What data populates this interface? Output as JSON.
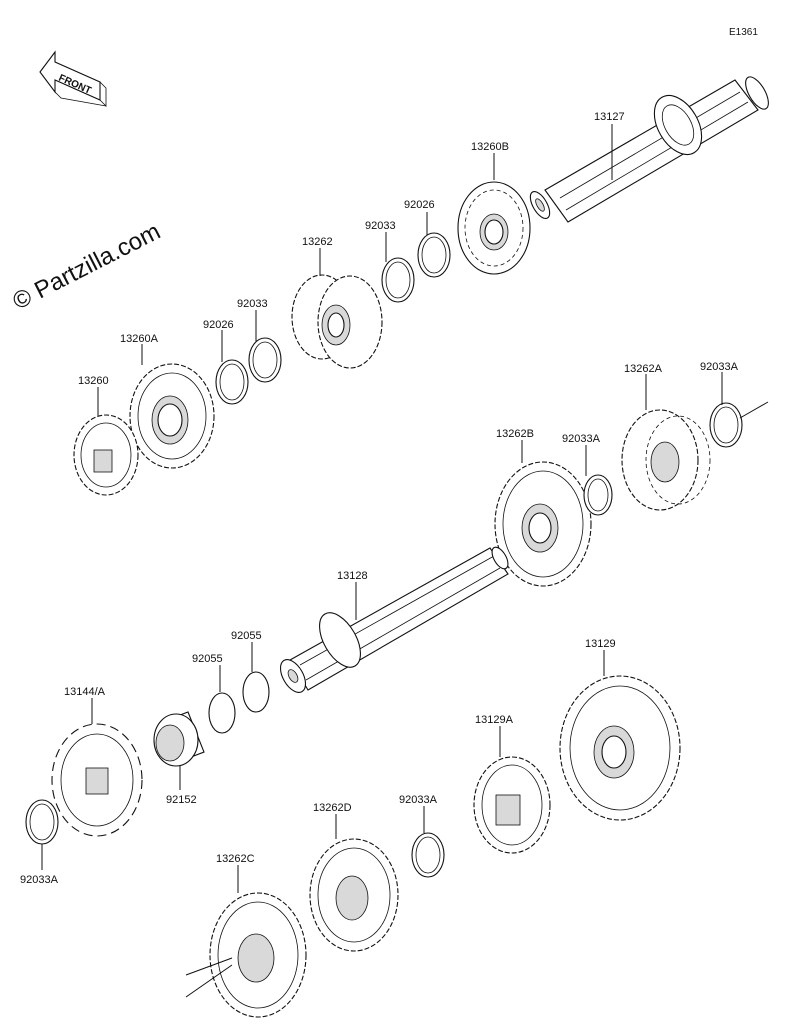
{
  "diagram_code": "E1361",
  "watermark": "© Partzilla.com",
  "front_label": "FRONT",
  "callouts": [
    {
      "id": "13127",
      "text": "13127"
    },
    {
      "id": "13260B",
      "text": "13260B"
    },
    {
      "id": "92026-top",
      "text": "92026"
    },
    {
      "id": "92033-top",
      "text": "92033"
    },
    {
      "id": "13262",
      "text": "13262"
    },
    {
      "id": "92033-mid",
      "text": "92033"
    },
    {
      "id": "92026-mid",
      "text": "92026"
    },
    {
      "id": "13260A",
      "text": "13260A"
    },
    {
      "id": "13260",
      "text": "13260"
    },
    {
      "id": "13262A",
      "text": "13262A"
    },
    {
      "id": "92033A-right",
      "text": "92033A"
    },
    {
      "id": "13262B",
      "text": "13262B"
    },
    {
      "id": "92033A-mid",
      "text": "92033A"
    },
    {
      "id": "13128",
      "text": "13128"
    },
    {
      "id": "92055-a",
      "text": "92055"
    },
    {
      "id": "92055-b",
      "text": "92055"
    },
    {
      "id": "13144A",
      "text": "13144/A"
    },
    {
      "id": "92152",
      "text": "92152"
    },
    {
      "id": "92033A-left",
      "text": "92033A"
    },
    {
      "id": "13129",
      "text": "13129"
    },
    {
      "id": "13129A",
      "text": "13129A"
    },
    {
      "id": "92033A-low",
      "text": "92033A"
    },
    {
      "id": "13262D",
      "text": "13262D"
    },
    {
      "id": "13262C",
      "text": "13262C"
    }
  ]
}
